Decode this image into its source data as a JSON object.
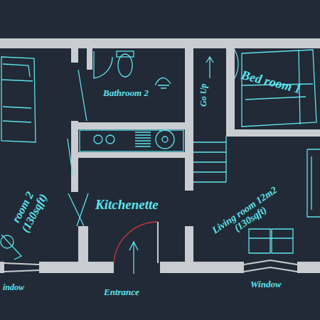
{
  "diagram": {
    "labels": [
      "Bathroom 2",
      "Bed room 1",
      "Go Up",
      "Kitchenette",
      "Living room 12m2 (130sqft)",
      "room 2 (130sqft)",
      "indow",
      "Entrance",
      "Window"
    ]
  }
}
